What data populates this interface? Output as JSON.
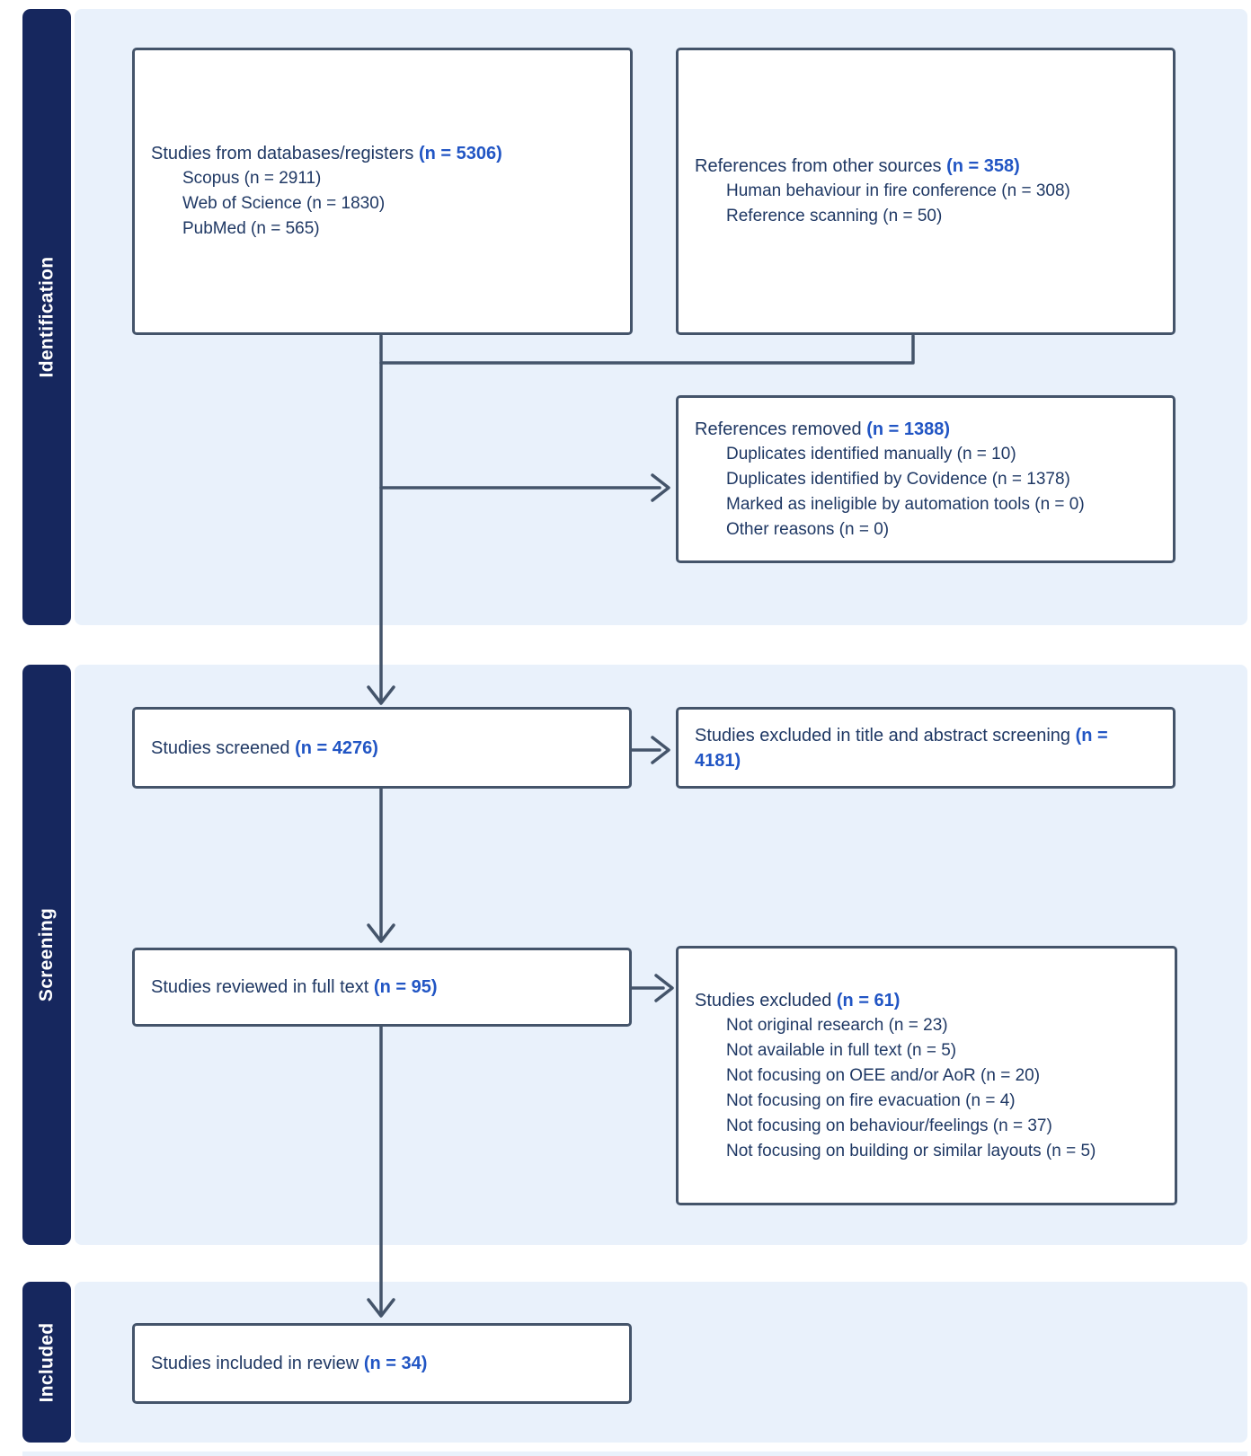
{
  "sections": {
    "identification": "Identification",
    "screening": "Screening",
    "included": "Included"
  },
  "boxes": {
    "databases": {
      "title": "Studies from databases/registers",
      "n": "(n = 5306)",
      "items": [
        "Scopus (n = 2911)",
        "Web of Science (n = 1830)",
        "PubMed (n = 565)"
      ]
    },
    "other_sources": {
      "title": "References from other sources",
      "n": "(n = 358)",
      "items": [
        "Human behaviour in fire conference (n = 308)",
        "Reference scanning (n = 50)"
      ]
    },
    "references_removed": {
      "title": "References removed",
      "n": "(n = 1388)",
      "items": [
        "Duplicates identified manually (n = 10)",
        "Duplicates identified by Covidence (n = 1378)",
        "Marked as ineligible by automation tools (n = 0)",
        "Other reasons (n = 0)"
      ]
    },
    "screened": {
      "title": "Studies screened",
      "n": "(n = 4276)"
    },
    "excluded_screening": {
      "title": "Studies excluded in title and abstract screening",
      "n": "(n = 4181)"
    },
    "reviewed": {
      "title": "Studies reviewed in full text",
      "n": "(n = 95)"
    },
    "excluded_full_text": {
      "title": "Studies excluded",
      "n": "(n = 61)",
      "items": [
        "Not original research (n = 23)",
        "Not available in full text (n = 5)",
        "Not focusing on OEE and/or AoR (n = 20)",
        "Not focusing on fire evacuation (n = 4)",
        "Not focusing on behaviour/feelings (n = 37)",
        "Not focusing on building or similar layouts (n = 5)"
      ]
    },
    "included": {
      "title": "Studies included in review",
      "n": "(n = 34)"
    }
  },
  "colors": {
    "band": "#e9f1fb",
    "sidebar": "#16275e",
    "box_border": "#44546a",
    "arrow": "#44546a",
    "text": "#1f3864",
    "n_accent": "#2155c4"
  }
}
